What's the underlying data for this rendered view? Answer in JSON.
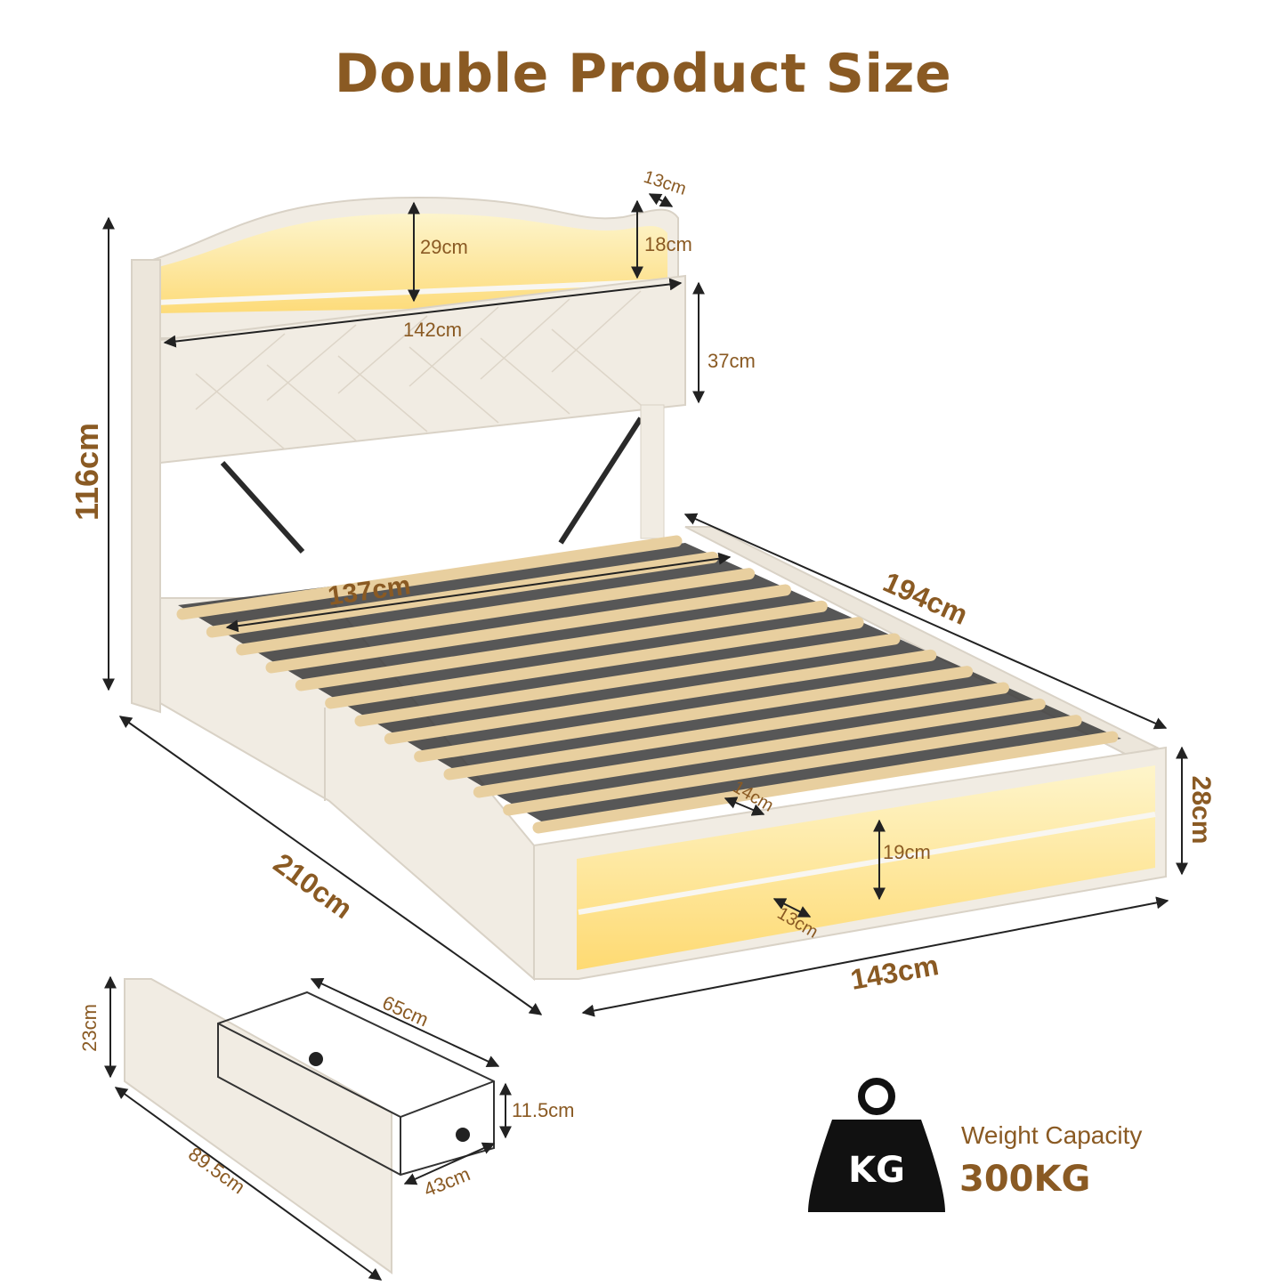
{
  "title": "Double Product Size",
  "colors": {
    "accent": "#8a5a23",
    "dimension_line": "#222222",
    "fabric": "#f1ece3",
    "fabric_shadow": "#d9d2c6",
    "slat": "#e8cf9f",
    "led": "#ffe27a",
    "metal": "#2a2a2a"
  },
  "dimensions": {
    "headboard_shelf_depth": "13cm",
    "headboard_top_height": "29cm",
    "shelf_height": "18cm",
    "headboard_width": "142cm",
    "headboard_panel_height": "37cm",
    "total_height": "116cm",
    "inner_width": "137cm",
    "length": "194cm",
    "footboard_height": "28cm",
    "footboard_depth": "14cm",
    "footboard_shelf_height": "19cm",
    "footboard_shelf_depth": "13cm",
    "overall_length": "210cm",
    "overall_width": "143cm"
  },
  "drawer": {
    "front_height": "23cm",
    "basket_length": "65cm",
    "basket_height": "11.5cm",
    "front_width": "89.5cm",
    "basket_width": "43cm"
  },
  "weight": {
    "icon_label": "KG",
    "icon": "weight-icon",
    "label": "Weight Capacity",
    "value": "300KG"
  }
}
